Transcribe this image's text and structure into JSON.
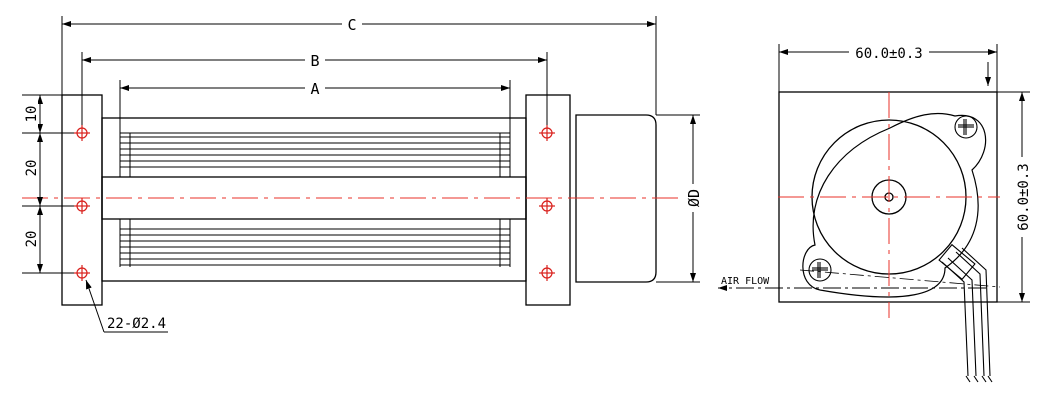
{
  "front_view": {
    "dim_c": "C",
    "dim_b": "B",
    "dim_a": "A",
    "dim_d": "ØD",
    "dim_top_gap": "10",
    "dim_spacing_1": "20",
    "dim_spacing_2": "20",
    "hole_note": "22-Ø2.4"
  },
  "side_view": {
    "width_dim": "60.0±0.3",
    "height_dim": "60.0±0.3",
    "air_flow_label": "AIR FLOW"
  },
  "colors": {
    "line": "#000000",
    "centerline": "#e8302a",
    "hole": "#d9201c"
  }
}
